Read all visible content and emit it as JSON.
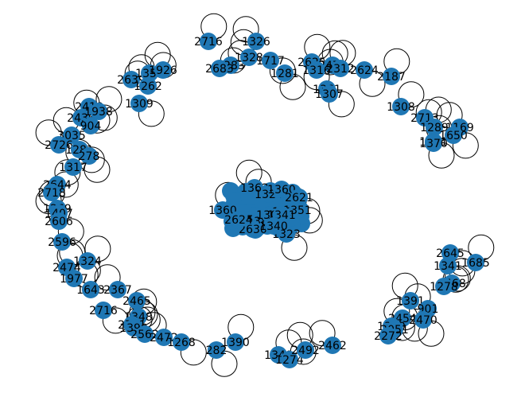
{
  "graph": {
    "node_color": "#1f77b4",
    "edge_color": "#000000",
    "background": "#ffffff",
    "ring_labels": [
      "2716",
      "1283",
      "2683",
      "1328",
      "1326",
      "1717",
      "1281",
      "2625",
      "2473",
      "1316",
      "2312",
      "1361",
      "1307",
      "2624",
      "2187",
      "1308",
      "2713",
      "1289",
      "1169",
      "1650",
      "1371",
      "1370",
      "2639",
      "1359",
      "1926",
      "1262",
      "1309",
      "2418",
      "2436",
      "1938",
      "904",
      "3035",
      "2726",
      "1281",
      "278",
      "1317",
      "2644",
      "2718",
      "1269",
      "1407",
      "2606",
      "2596",
      "2474",
      "1324",
      "1977",
      "1643",
      "2367",
      "2716",
      "2465",
      "1348",
      "2741",
      "1390",
      "2562",
      "2472",
      "1268",
      "282",
      "1390",
      "1340",
      "1274",
      "2492",
      "2462",
      "2645",
      "1341",
      "1685",
      "2468",
      "1278",
      "1391",
      "901",
      "2454",
      "2470",
      "1360",
      "2051",
      "2272"
    ],
    "cluster_labels": [
      "1362",
      "1324",
      "1360",
      "2621",
      "1360",
      "1356",
      "1387",
      "1309",
      "1327",
      "1351",
      "1323",
      "2630",
      "1341",
      "2624",
      "1340"
    ]
  }
}
